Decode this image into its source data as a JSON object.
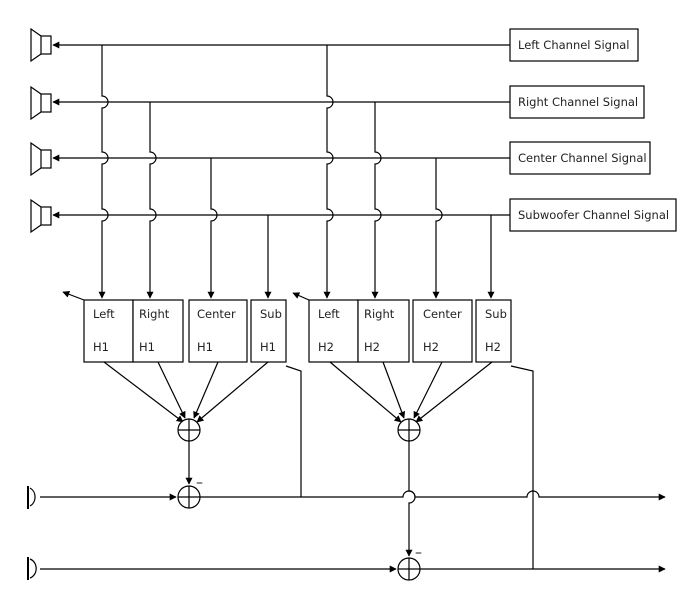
{
  "signals": [
    {
      "label": "Left Channel Signal"
    },
    {
      "label": "Right Channel Signal"
    },
    {
      "label": "Center Channel Signal"
    },
    {
      "label": "Subwoofer Channel Signal"
    }
  ],
  "filters": [
    {
      "name": "Left",
      "sub": "H1"
    },
    {
      "name": "Right",
      "sub": "H1"
    },
    {
      "name": "Center",
      "sub": "H1"
    },
    {
      "name": "Sub",
      "sub": "H1"
    },
    {
      "name": "Left",
      "sub": "H2"
    },
    {
      "name": "Right",
      "sub": "H2"
    },
    {
      "name": "Center",
      "sub": "H2"
    },
    {
      "name": "Sub",
      "sub": "H2"
    }
  ],
  "minus_sign": "–"
}
